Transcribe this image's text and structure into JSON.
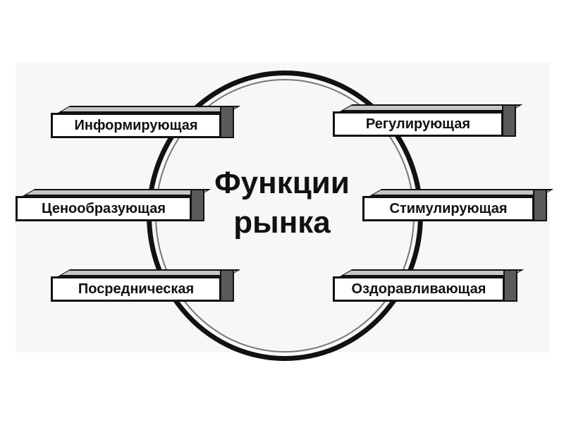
{
  "center": {
    "line1": "Функции",
    "line2": "рынка"
  },
  "functions": [
    {
      "id": "informing",
      "label": "Информирующая"
    },
    {
      "id": "regulating",
      "label": "Регулирующая"
    },
    {
      "id": "pricing",
      "label": "Ценообразующая"
    },
    {
      "id": "stimulating",
      "label": "Стимулирующая"
    },
    {
      "id": "intermediary",
      "label": "Посредническая"
    },
    {
      "id": "sanitizing",
      "label": "Оздоравливающая"
    }
  ],
  "colors": {
    "outline": "#111111",
    "box_face": "#ffffff",
    "box_top": "#c6c6c6",
    "box_side": "#5a5a5a"
  }
}
